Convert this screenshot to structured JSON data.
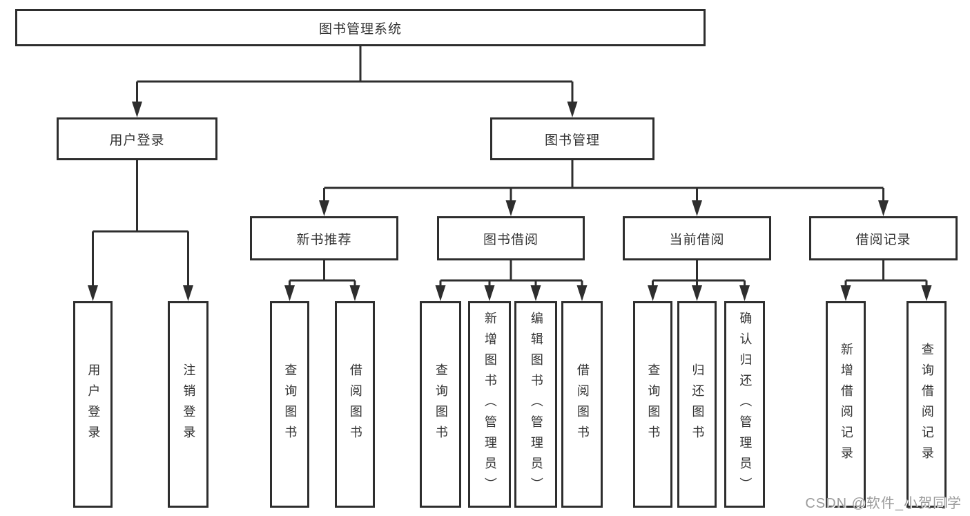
{
  "diagram_title": "图书管理系统",
  "tree": {
    "label": "图书管理系统",
    "children": [
      {
        "label": "用户登录",
        "children": [
          {
            "label": "用户登录"
          },
          {
            "label": "注销登录"
          }
        ]
      },
      {
        "label": "图书管理",
        "children": [
          {
            "label": "新书推荐",
            "children": [
              {
                "label": "查询图书"
              },
              {
                "label": "借阅图书"
              }
            ]
          },
          {
            "label": "图书借阅",
            "children": [
              {
                "label": "查询图书"
              },
              {
                "label": "新增图书（管理员）"
              },
              {
                "label": "编辑图书（管理员）"
              },
              {
                "label": "借阅图书"
              }
            ]
          },
          {
            "label": "当前借阅",
            "children": [
              {
                "label": "查询图书"
              },
              {
                "label": "归还图书"
              },
              {
                "label": "确认归还（管理员）"
              }
            ]
          },
          {
            "label": "借阅记录",
            "children": [
              {
                "label": "新增借阅记录"
              },
              {
                "label": "查询借阅记录"
              }
            ]
          }
        ]
      }
    ]
  },
  "watermark": "CSDN @软件_小贺同学",
  "colors": {
    "line": "#2e2e2e",
    "box_border": "#2e2e2e",
    "box_fill": "#ffffff",
    "text": "#333333",
    "watermark": "#9b9b9b",
    "background": "#ffffff"
  }
}
